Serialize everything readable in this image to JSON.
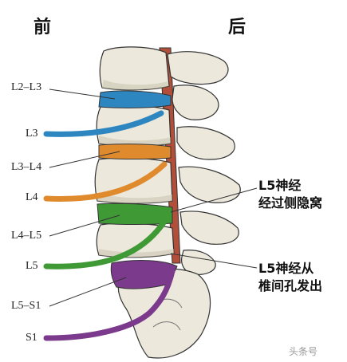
{
  "headers": {
    "front": "前",
    "back": "后"
  },
  "labels": {
    "l2_l3": "L2–L3",
    "l3": "L3",
    "l3_l4": "L3–L4",
    "l4": "L4",
    "l4_l5": "L4–L5",
    "l5": "L5",
    "l5_s1": "L5–S1",
    "s1": "S1"
  },
  "annotations": {
    "recess_line1": "L5神经",
    "recess_line2": "经过侧隐窝",
    "foramen_line1": "L5神经从",
    "foramen_line2": "椎间孔发出"
  },
  "watermark": "头条号",
  "colors": {
    "l3": "#2e86c1",
    "l4": "#e08a2e",
    "l5": "#3f9a35",
    "s1": "#7b3a8c",
    "bone": "#ece8dc",
    "bone_shade": "#c9c2ad",
    "outline": "#333333"
  }
}
